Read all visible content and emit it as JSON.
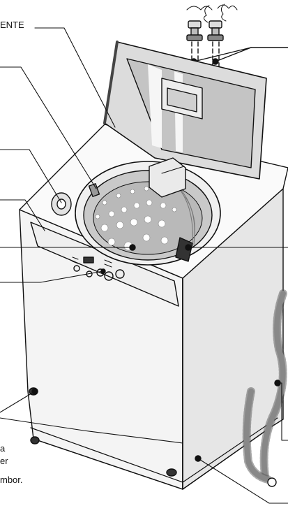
{
  "labels": {
    "top_left_text": "ENTE",
    "bottom_left_line1": "a",
    "bottom_left_line2": "er",
    "bottom_left_line3": "mbor."
  },
  "colors": {
    "outline": "#111111",
    "body_fill": "#f4f4f4",
    "shade": "#d8d8d8",
    "dark": "#6e6e6e",
    "drum": "#c9c9c9"
  }
}
